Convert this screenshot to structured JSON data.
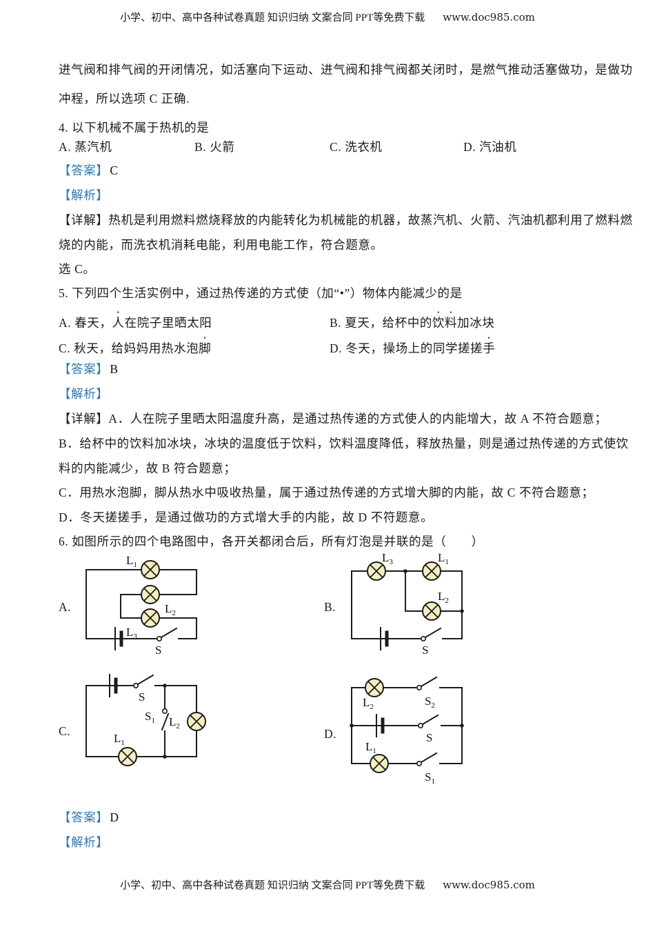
{
  "header": {
    "promo": "小学、初中、高中各种试卷真题 知识归纳 文案合同 PPT等免费下载",
    "site": "www.doc985.com"
  },
  "footer": {
    "promo": "小学、初中、高中各种试卷真题 知识归纳 文案合同 PPT等免费下载",
    "site": "www.doc985.com"
  },
  "prev_tail": {
    "line1": "进气阀和排气阀的开闭情况，如活塞向下运动、进气阀和排气阀都关闭时，是燃气推动活塞做功，是做功",
    "line2": "冲程，所以选项 C 正确."
  },
  "q4": {
    "stem": "4. 以下机械不属于热机的是",
    "options": [
      "A. 蒸汽机",
      "B. 火箭",
      "C. 洗衣机",
      "D. 汽油机"
    ],
    "answer_label": "【答案】",
    "answer": "C",
    "analysis_label": "【解析】",
    "detail_line1": "【详解】热机是利用燃料燃烧释放的内能转化为机械能的机器，故蒸汽机、火箭、汽油机都利用了燃料燃",
    "detail_line2": "烧的内能，而洗衣机消耗电能，利用电能工作，符合题意。",
    "detail_line3": "选 C。"
  },
  "q5": {
    "stem": "5. 下列四个生活实例中，通过热传递的方式使（加“•”）物体内能减少的是",
    "options": [
      {
        "pre": "A. 春天，",
        "emph": "人",
        "post": "在院子里晒太阳"
      },
      {
        "pre": "B. 夏天，给杯中的",
        "emph": "饮料",
        "post": "加冰块"
      },
      {
        "pre": "C. 秋天，给妈妈用热水泡",
        "emph": "脚",
        "post": ""
      },
      {
        "pre": "D. 冬天，操场上的同学搓搓",
        "emph": "手",
        "post": ""
      }
    ],
    "answer_label": "【答案】",
    "answer": "B",
    "analysis_label": "【解析】",
    "detail_lines": [
      "【详解】A．人在院子里晒太阳温度升高，是通过热传递的方式使人的内能增大，故 A 不符合题意；",
      "B．给杯中的饮料加冰块，冰块的温度低于饮料，饮料温度降低，释放热量，则是通过热传递的方式使饮",
      "料的内能减少，故 B 符合题意；",
      "C．用热水泡脚，脚从热水中吸收热量，属于通过热传递的方式增大脚的内能，故 C 不符合题意；",
      "D．冬天搓搓手，是通过做功的方式增大手的内能，故 D 不符题意。"
    ]
  },
  "q6": {
    "stem": "6. 如图所示的四个电路图中，各开关都闭合后，所有灯泡是并联的是（　　）",
    "answer_label": "【答案】",
    "answer": "D",
    "analysis_label": "【解析】",
    "circuit_a": {
      "label": "A.",
      "lamp1": {
        "base": "L",
        "sub": "1"
      },
      "lamp2": {
        "base": "L",
        "sub": "2"
      },
      "lamp3": {
        "base": "L",
        "sub": "3"
      },
      "switch": {
        "base": "S",
        "sub": ""
      }
    },
    "circuit_b": {
      "label": "B.",
      "lamp1": {
        "base": "L",
        "sub": "1"
      },
      "lamp2": {
        "base": "L",
        "sub": "2"
      },
      "lamp3": {
        "base": "L",
        "sub": "3"
      },
      "switch": {
        "base": "S",
        "sub": ""
      }
    },
    "circuit_c": {
      "label": "C.",
      "lamp1": {
        "base": "L",
        "sub": "1"
      },
      "lamp2": {
        "base": "L",
        "sub": "2"
      },
      "switch": {
        "base": "S",
        "sub": ""
      },
      "switch1": {
        "base": "S",
        "sub": "1"
      }
    },
    "circuit_d": {
      "label": "D.",
      "lamp1": {
        "base": "L",
        "sub": "1"
      },
      "lamp2": {
        "base": "L",
        "sub": "2"
      },
      "switch": {
        "base": "S",
        "sub": ""
      },
      "switch1": {
        "base": "S",
        "sub": "1"
      },
      "switch2": {
        "base": "S",
        "sub": "2"
      }
    }
  }
}
